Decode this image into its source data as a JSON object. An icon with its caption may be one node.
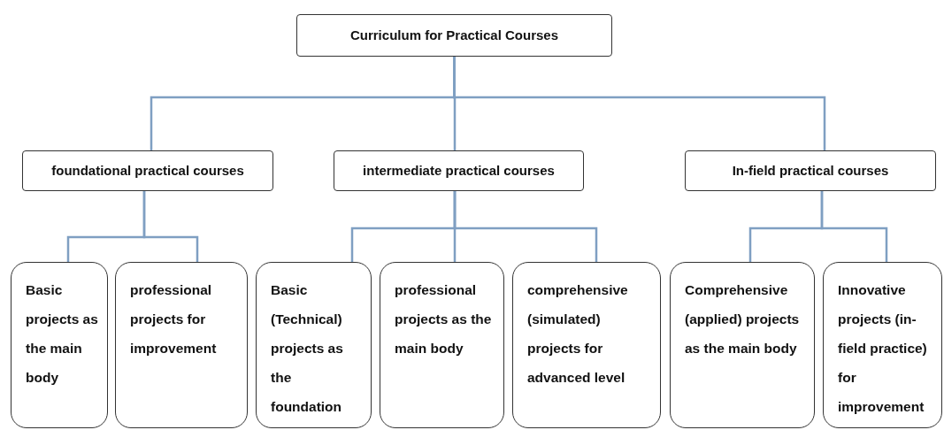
{
  "diagram": {
    "nodes": [
      {
        "text": [
          "Curriculum for Practical Courses"
        ]
      },
      {
        "text": [
          "foundational practical courses"
        ]
      },
      {
        "text": [
          "intermediate practical courses"
        ]
      },
      {
        "text": [
          "In-field practical courses"
        ]
      },
      {
        "text": [
          "Basic projects as the main body"
        ]
      },
      {
        "text": [
          "professional projects for improvement"
        ]
      },
      {
        "text": [
          "Basic (Technical) projects as the foundation"
        ]
      },
      {
        "text": [
          "professional projects as the main body"
        ]
      },
      {
        "text": [
          "comprehensive (simulated) projects for advanced level"
        ]
      },
      {
        "text": [
          "Comprehensive (applied) projects as the main body"
        ]
      },
      {
        "text": [
          "Innovative projects (in-field practice) for improvement"
        ]
      }
    ],
    "edges": [
      {
        "from": 0,
        "to": 1,
        "arrow": "none"
      },
      {
        "from": 0,
        "to": 2,
        "arrow": "none"
      },
      {
        "from": 0,
        "to": 3,
        "arrow": "none"
      },
      {
        "from": 1,
        "to": 4,
        "arrow": "none"
      },
      {
        "from": 1,
        "to": 5,
        "arrow": "none"
      },
      {
        "from": 2,
        "to": 6,
        "arrow": "none"
      },
      {
        "from": 2,
        "to": 7,
        "arrow": "none"
      },
      {
        "from": 2,
        "to": 8,
        "arrow": "none"
      },
      {
        "from": 3,
        "to": 9,
        "arrow": "none"
      },
      {
        "from": 3,
        "to": 10,
        "arrow": "none"
      }
    ]
  }
}
